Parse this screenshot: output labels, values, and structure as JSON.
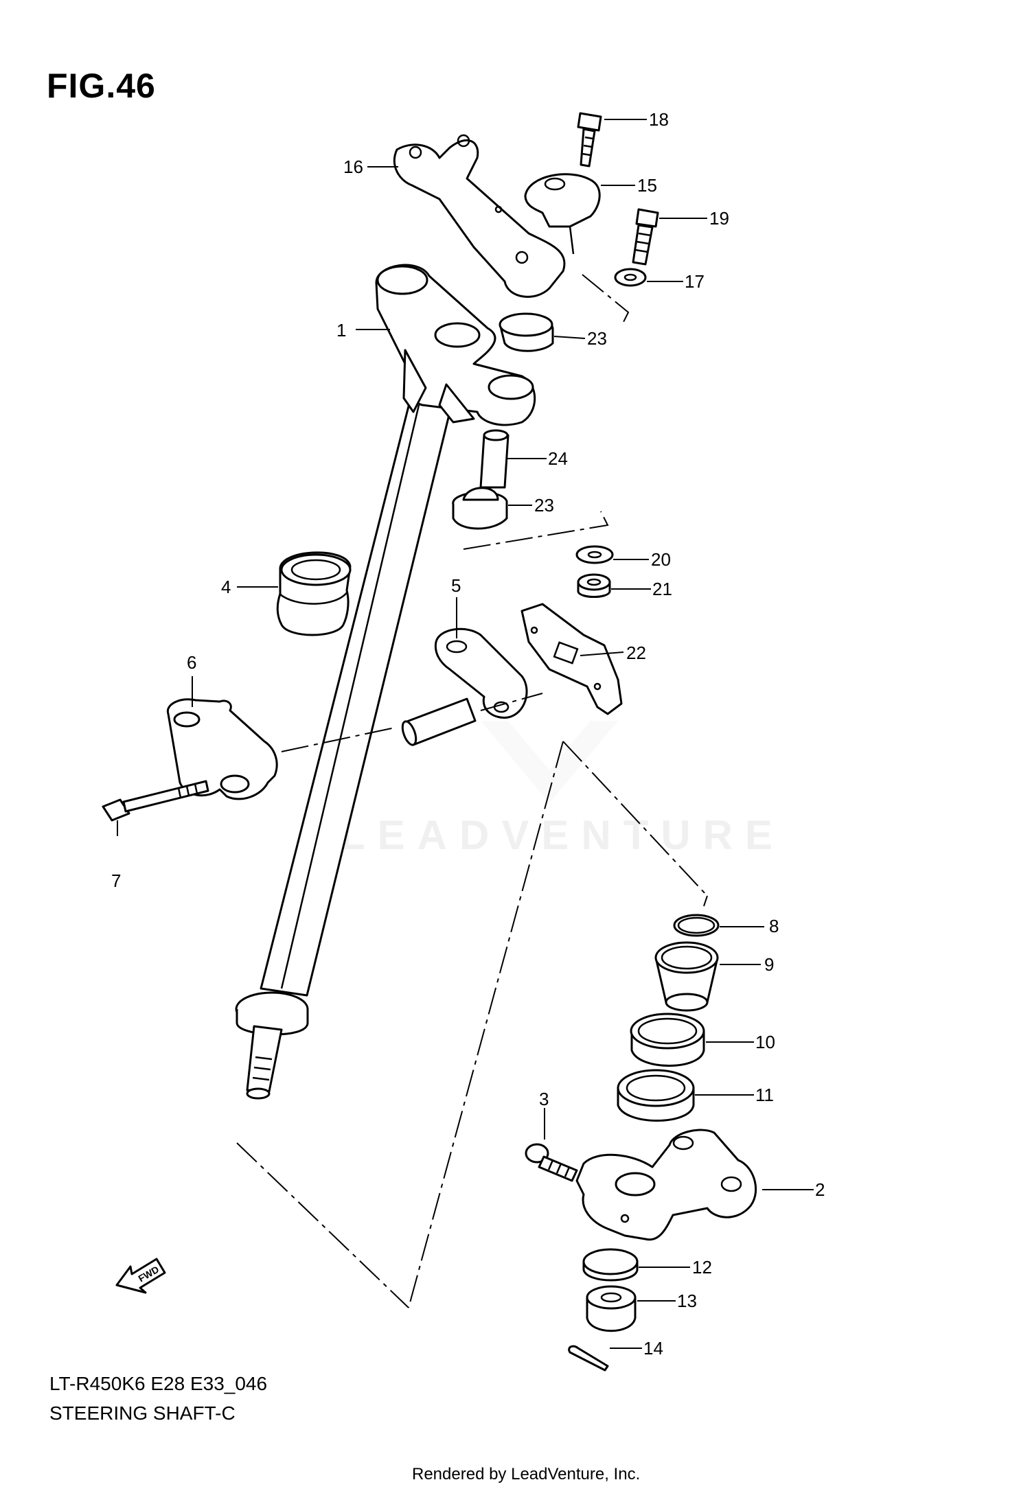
{
  "figure_title": "FIG.46",
  "model_code": "LT-R450K6 E28 E33_046",
  "diagram_name": "STEERING SHAFT-C",
  "rendered_by": "Rendered by LeadVenture, Inc.",
  "watermark": "LEADVENTURE",
  "fwd_label": "FWD",
  "callouts": {
    "c1": "1",
    "c2": "2",
    "c3": "3",
    "c4": "4",
    "c5": "5",
    "c6": "6",
    "c7": "7",
    "c8": "8",
    "c9": "9",
    "c10": "10",
    "c11": "11",
    "c12": "12",
    "c13": "13",
    "c14": "14",
    "c15": "15",
    "c16": "16",
    "c17": "17",
    "c18": "18",
    "c19": "19",
    "c20": "20",
    "c21": "21",
    "c22": "22",
    "c23a": "23",
    "c23b": "23",
    "c24": "24"
  },
  "colors": {
    "line": "#000000",
    "background": "#ffffff",
    "watermark": "#f0f0f0"
  }
}
